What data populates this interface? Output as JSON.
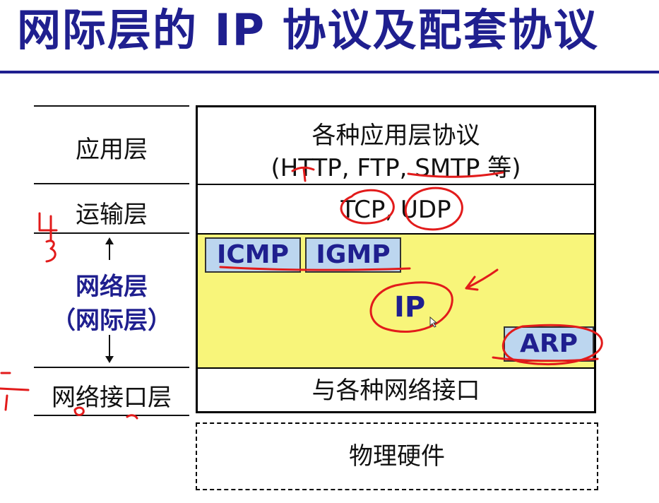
{
  "title": "网际层的 IP 协议及配套协议",
  "left_layers": {
    "application": "应用层",
    "transport": "运输层",
    "network_line1": "网络层",
    "network_line2": "（网际层）",
    "link": "网络接口层"
  },
  "stack": {
    "app_line1": "各种应用层协议",
    "app_line2": "(HTTP, FTP, SMTP 等)",
    "transport": "TCP, UDP",
    "icmp": "ICMP",
    "igmp": "IGMP",
    "ip": "IP",
    "arp": "ARP",
    "link": "与各种网络接口",
    "hardware": "物理硬件"
  },
  "colors": {
    "title": "#1f1f8f",
    "network_fill": "#f8f57a",
    "proto_box_fill": "#bcd6ef",
    "annotation_red": "#e21b1b"
  }
}
